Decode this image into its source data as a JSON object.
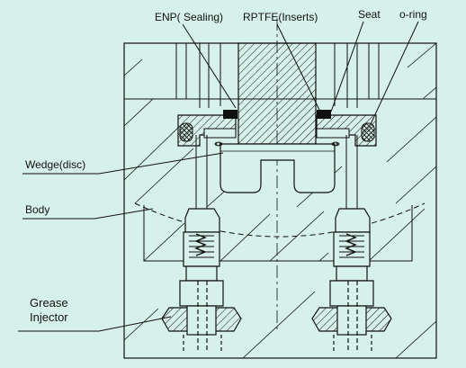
{
  "background": "#d6f0ea",
  "ink": "#111111",
  "labels": {
    "enp": "ENP( Sealing)",
    "rptfe": "RPTFE(Inserts)",
    "seat": "Seat",
    "oring": "o-ring",
    "wedge": "Wedge(disc)",
    "body": "Body",
    "grease_1": "Grease",
    "grease_2": "Injector"
  }
}
